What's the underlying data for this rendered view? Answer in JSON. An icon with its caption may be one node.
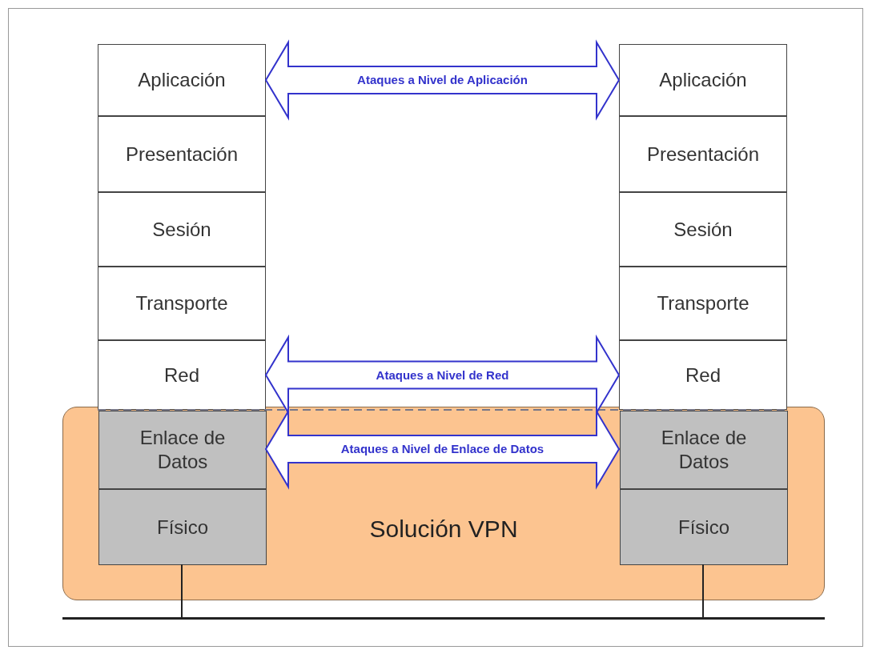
{
  "diagram": {
    "nodes": [
      {
        "text": [
          "Solución VPN"
        ]
      },
      {
        "text": [
          "Aplicación"
        ]
      },
      {
        "text": [
          "Presentación"
        ]
      },
      {
        "text": [
          "Sesión"
        ]
      },
      {
        "text": [
          "Transporte"
        ]
      },
      {
        "text": [
          "Red"
        ]
      },
      {
        "text": [
          "Enlace de Datos"
        ],
        "in": 0
      },
      {
        "text": [
          "Físico"
        ],
        "in": 0
      },
      {
        "text": [
          "Aplicación"
        ]
      },
      {
        "text": [
          "Presentación"
        ]
      },
      {
        "text": [
          "Sesión"
        ]
      },
      {
        "text": [
          "Transporte"
        ]
      },
      {
        "text": [
          "Red"
        ]
      },
      {
        "text": [
          "Enlace de Datos"
        ],
        "in": 0
      },
      {
        "text": [
          "Físico"
        ],
        "in": 0
      },
      {
        "text": [],
        "shape": "bar"
      }
    ],
    "edges": [
      {
        "from": 1,
        "to": 8,
        "arrow": "both",
        "label": "Ataques a Nivel de Aplicación"
      },
      {
        "from": 5,
        "to": 12,
        "arrow": "both",
        "label": "Ataques a Nivel de Red"
      },
      {
        "from": 6,
        "to": 13,
        "arrow": "both",
        "label": "Ataques a Nivel de Enlace de Datos"
      },
      {
        "from": 7,
        "to": 15,
        "arrow": "none"
      },
      {
        "from": 14,
        "to": 15,
        "arrow": "none"
      }
    ]
  }
}
